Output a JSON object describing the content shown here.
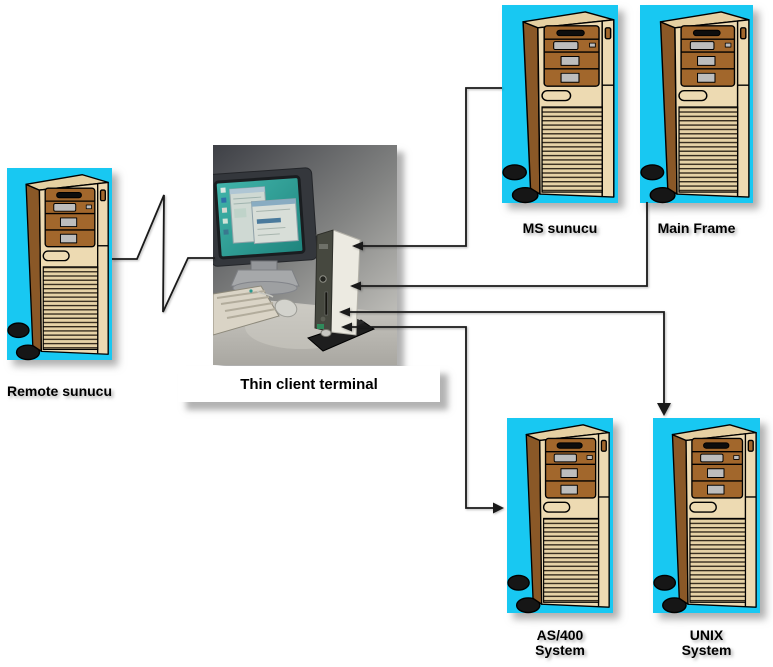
{
  "diagram": {
    "type": "network-topology",
    "background": "#FFFFFF",
    "nodes": {
      "remote_server": {
        "label": "Remote sunucu",
        "icon": "server-tower-icon"
      },
      "thin_client": {
        "label": "Thin client terminal",
        "icon": "thin-client-photo-icon"
      },
      "ms_server": {
        "label": "MS sunucu",
        "icon": "server-tower-icon"
      },
      "mainframe_server": {
        "label": "Main Frame",
        "icon": "server-tower-icon"
      },
      "as400_server": {
        "label_line1": "AS/400",
        "label_line2": "System",
        "icon": "server-tower-icon"
      },
      "unix_server": {
        "label_line1": "UNIX",
        "label_line2": "System",
        "icon": "server-tower-icon"
      }
    },
    "connections": [
      {
        "from": "remote_server",
        "to": "thin_client",
        "style": "zigzag-wan-link",
        "arrowheads": "none"
      },
      {
        "from": "ms_server",
        "to": "thin_client",
        "style": "elbow",
        "arrowheads": "at-thin-client"
      },
      {
        "from": "mainframe_server",
        "to": "thin_client",
        "style": "elbow",
        "arrowheads": "at-thin-client"
      },
      {
        "from": "thin_client",
        "to": "as400_server",
        "style": "elbow",
        "arrowheads": "both-ends"
      },
      {
        "from": "thin_client",
        "to": "unix_server",
        "style": "elbow",
        "arrowheads": "both-ends"
      }
    ],
    "colors": {
      "node_highlight_cyan": "#18C8F2",
      "tower_front_beige": "#EDDAB2",
      "tower_side_brown": "#8A5827",
      "tower_panel_brown": "#A2672C",
      "tower_top_tan": "#E6D0A2",
      "connector_line": "#1A1A1A",
      "label_text": "#000000",
      "thin_client_label_bg": "#FFFFFF",
      "screen_teal": "#2DA79C"
    }
  }
}
